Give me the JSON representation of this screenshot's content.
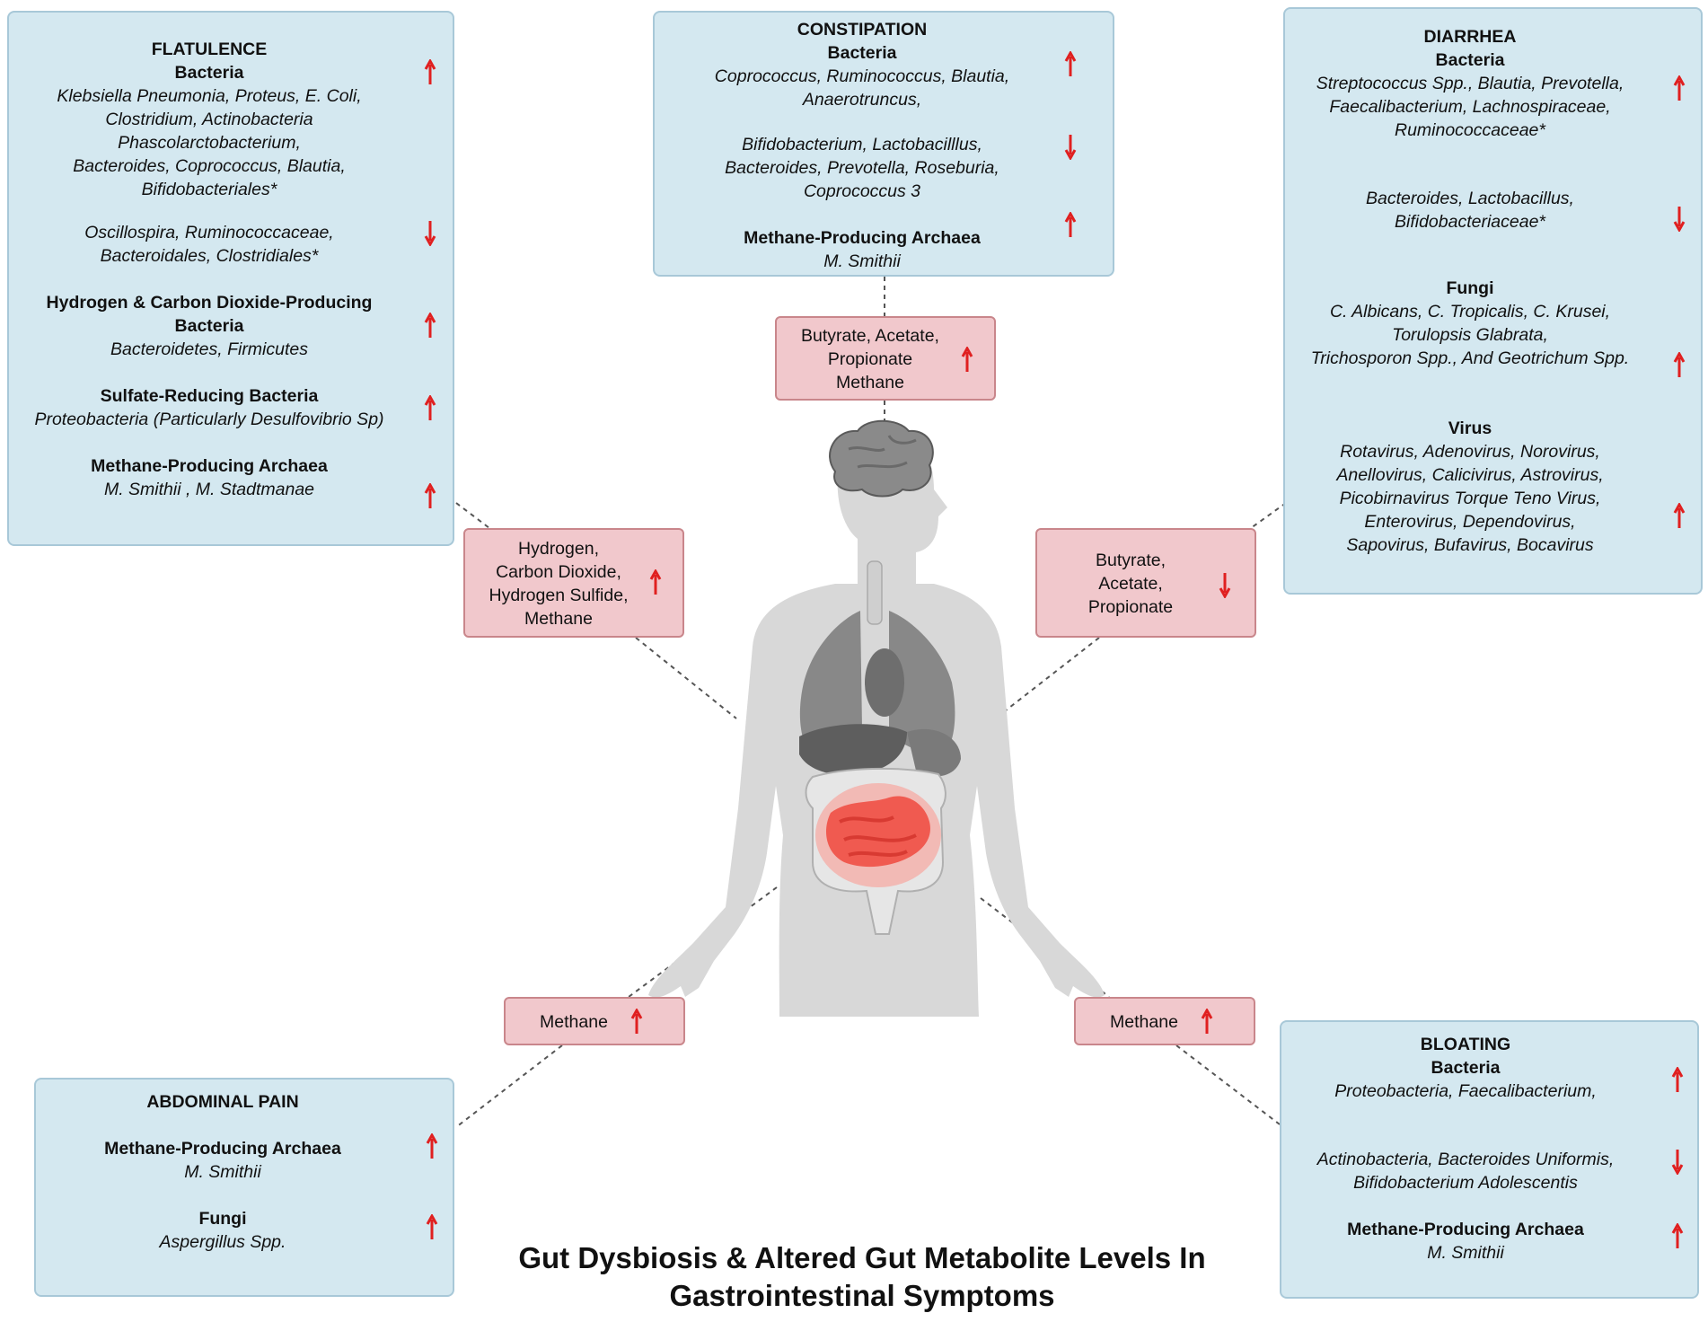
{
  "title": {
    "line1": "Gut Dysbiosis & Altered Gut Metabolite Levels In",
    "line2": "Gastrointestinal Symptoms"
  },
  "colors": {
    "panel_fill": "#d4e8f0",
    "panel_border": "#a8c8d8",
    "metabolite_fill": "#f1c8cc",
    "metabolite_border": "#c9868b",
    "arrow": "#e02020",
    "intestine": "#f05a50"
  },
  "panels": {
    "flatulence": {
      "heading": "FLATULENCE",
      "sections": [
        {
          "title": "Bacteria",
          "text": [
            "Klebsiella Pneumonia, Proteus, E. Coli,",
            "Clostridium, Actinobacteria",
            "Phascolarctobacterium,",
            "Bacteroides, Coprococcus, Blautia,",
            "Bifidobacteriales*"
          ],
          "arrow": "up"
        },
        {
          "text": [
            "Oscillospira, Ruminococcaceae,",
            "Bacteroidales, Clostridiales*"
          ],
          "arrow": "down"
        },
        {
          "title": [
            "Hydrogen & Carbon Dioxide-Producing",
            "Bacteria"
          ],
          "text": [
            "Bacteroidetes, Firmicutes"
          ],
          "arrow": "up"
        },
        {
          "title": "Sulfate-Reducing Bacteria",
          "text": [
            "Proteobacteria (Particularly Desulfovibrio Sp)"
          ],
          "arrow": "up"
        },
        {
          "title": "Methane-Producing Archaea",
          "text": [
            "M. Smithii , M. Stadtmanae"
          ],
          "arrow": "up"
        }
      ]
    },
    "constipation": {
      "heading": "CONSTIPATION",
      "sections": [
        {
          "title": "Bacteria",
          "text": [
            "Coprococcus, Ruminococcus, Blautia,",
            "Anaerotruncus,"
          ],
          "arrow": "up"
        },
        {
          "text": [
            "Bifidobacterium, Lactobacilllus,",
            "Bacteroides, Prevotella, Roseburia,",
            "Coprococcus 3"
          ],
          "arrow": "down"
        },
        {
          "title": "Methane-Producing Archaea",
          "text": [
            "M. Smithii"
          ],
          "arrow": "up"
        }
      ]
    },
    "diarrhea": {
      "heading": "DIARRHEA",
      "sections": [
        {
          "title": "Bacteria",
          "text": [
            "Streptococcus Spp., Blautia, Prevotella,",
            "Faecalibacterium, Lachnospiraceae,",
            "Ruminococcaceae*"
          ],
          "arrow": "up"
        },
        {
          "text": [
            "Bacteroides, Lactobacillus,",
            "Bifidobacteriaceae*"
          ],
          "arrow": "down"
        },
        {
          "title": "Fungi",
          "text": [
            "C. Albicans, C. Tropicalis, C. Krusei,",
            "Torulopsis Glabrata,",
            "Trichosporon Spp., And Geotrichum Spp."
          ],
          "arrow": "up"
        },
        {
          "title": "Virus",
          "text": [
            "Rotavirus, Adenovirus, Norovirus,",
            "Anellovirus, Calicivirus, Astrovirus,",
            "Picobirnavirus Torque Teno Virus,",
            "Enterovirus, Dependovirus,",
            "Sapovirus, Bufavirus, Bocavirus"
          ],
          "arrow": "up"
        }
      ]
    },
    "abdominal_pain": {
      "heading": "ABDOMINAL PAIN",
      "sections": [
        {
          "title": "Methane-Producing Archaea",
          "text": [
            "M. Smithii"
          ],
          "arrow": "up"
        },
        {
          "title": "Fungi",
          "text": [
            "Aspergillus Spp."
          ],
          "arrow": "up"
        }
      ]
    },
    "bloating": {
      "heading": "BLOATING",
      "sections": [
        {
          "title": "Bacteria",
          "text": [
            "Proteobacteria, Faecalibacterium,"
          ],
          "arrow": "up"
        },
        {
          "text": [
            "Actinobacteria, Bacteroides Uniformis,",
            "Bifidobacterium Adolescentis"
          ],
          "arrow": "down"
        },
        {
          "title": "Methane-Producing Archaea",
          "text": [
            "M. Smithii"
          ],
          "arrow": "up"
        }
      ]
    }
  },
  "metabolites": {
    "constipation": {
      "lines": [
        "Butyrate, Acetate,",
        "Propionate",
        "Methane"
      ],
      "arrow": "up"
    },
    "flatulence": {
      "lines": [
        "Hydrogen,",
        "Carbon Dioxide,",
        "Hydrogen Sulfide,",
        "Methane"
      ],
      "arrow": "up"
    },
    "diarrhea": {
      "lines": [
        "Butyrate,",
        "Acetate,",
        "Propionate"
      ],
      "arrow": "down"
    },
    "abdominal_pain": {
      "lines": [
        "Methane"
      ],
      "arrow": "up"
    },
    "bloating": {
      "lines": [
        "Methane"
      ],
      "arrow": "up"
    }
  }
}
